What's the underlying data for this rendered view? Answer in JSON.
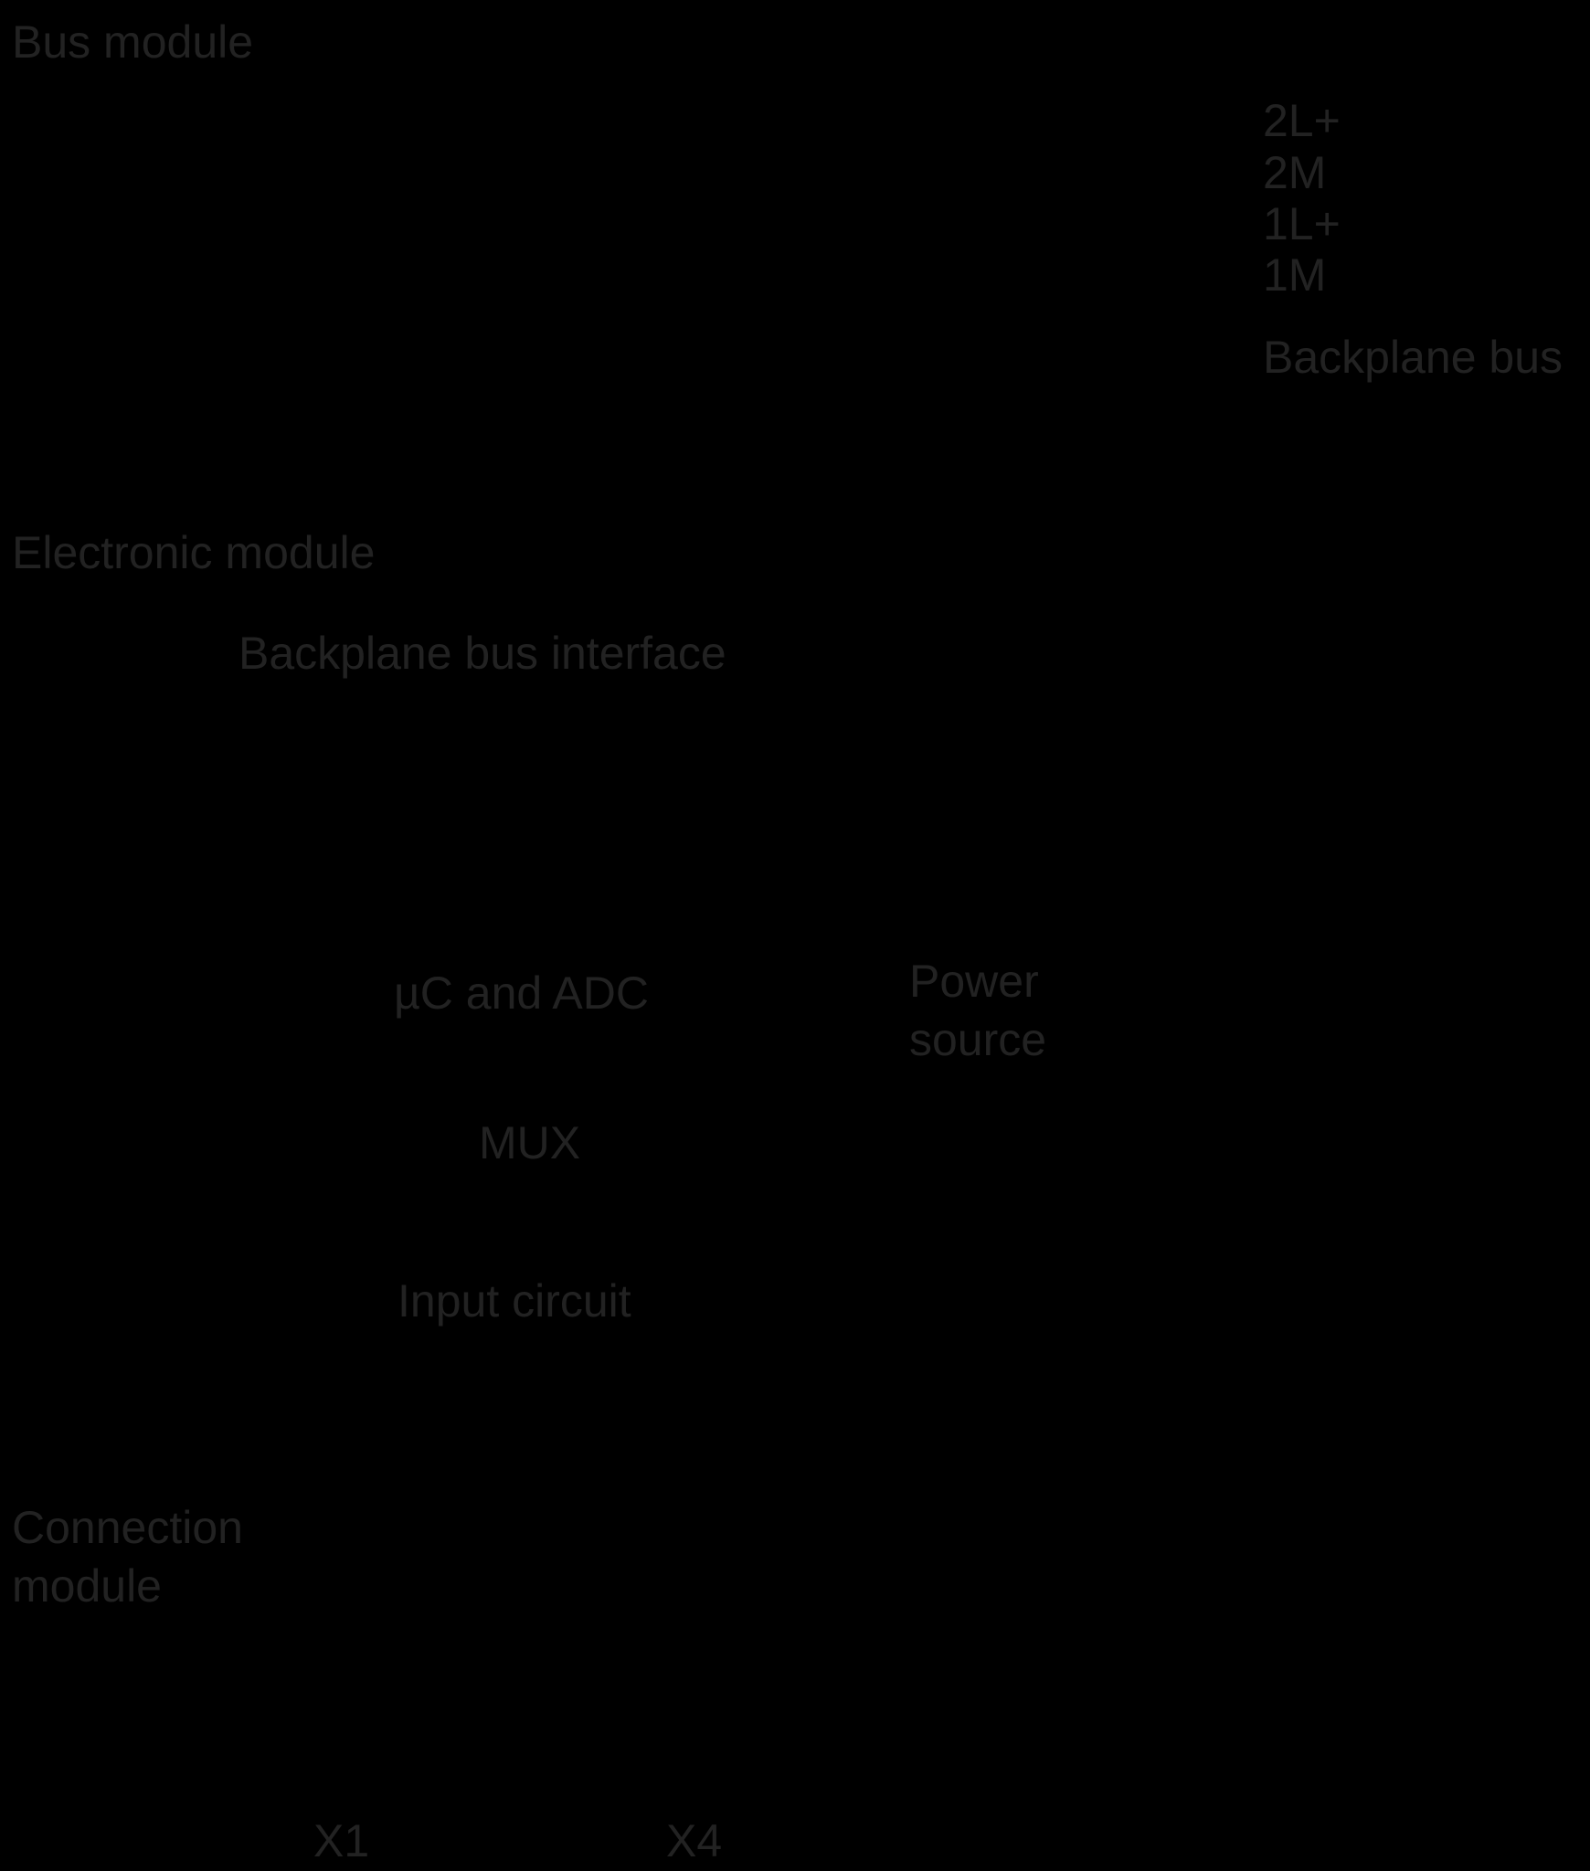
{
  "labels": {
    "bus_module": "Bus module",
    "rail_2lplus": "2L+",
    "rail_2m": "2M",
    "rail_1lplus": "1L+",
    "rail_1m": "1M",
    "backplane_bus": "Backplane bus",
    "electronic_module": "Electronic module",
    "backplane_bus_interface": "Backplane bus interface",
    "uc_adc": "µC and ADC",
    "power_source_line1": "Power",
    "power_source_line2": "source",
    "mux": "MUX",
    "input_circuit": "Input circuit",
    "connection_module_line1": "Connection",
    "connection_module_line2": "module",
    "x1": "X1",
    "x4": "X4"
  },
  "colors": {
    "background": "#000000",
    "text": "#222222"
  }
}
